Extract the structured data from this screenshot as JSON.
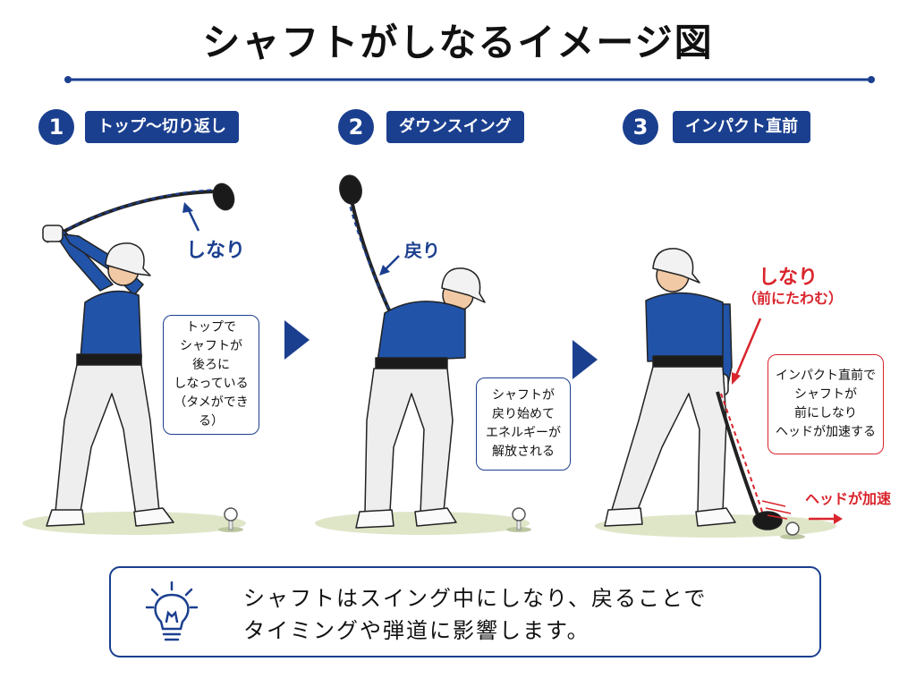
{
  "title": "シャフトがしなるイメージ図",
  "steps": [
    {
      "number": "1",
      "label": "トップ〜切り返し"
    },
    {
      "number": "2",
      "label": "ダウンスイング"
    },
    {
      "number": "3",
      "label": "インパクト直前"
    }
  ],
  "panel1": {
    "annotation": "しなり",
    "note": "トップで\nシャフトが\n後ろに\nしなっている\n（タメができる）"
  },
  "panel2": {
    "annotation": "戻り",
    "note": "シャフトが\n戻り始めて\nエネルギーが\n解放される"
  },
  "panel3": {
    "annotation": "しなり",
    "annotation_sub": "（前にたわむ）",
    "note": "インパクト直前で\nシャフトが\n前にしなり\nヘッドが加速する",
    "speed_label": "ヘッドが加速"
  },
  "footer": {
    "text": "シャフトはスイング中にしなり、戻ることで\nタイミングや弾道に影響します。",
    "icon": "lightbulb-icon"
  },
  "colors": {
    "navy": "#1b3f8f",
    "red": "#d9242c",
    "shirt": "#2153a8",
    "pants": "#eeeeee",
    "grass": "#dfe6c8"
  }
}
